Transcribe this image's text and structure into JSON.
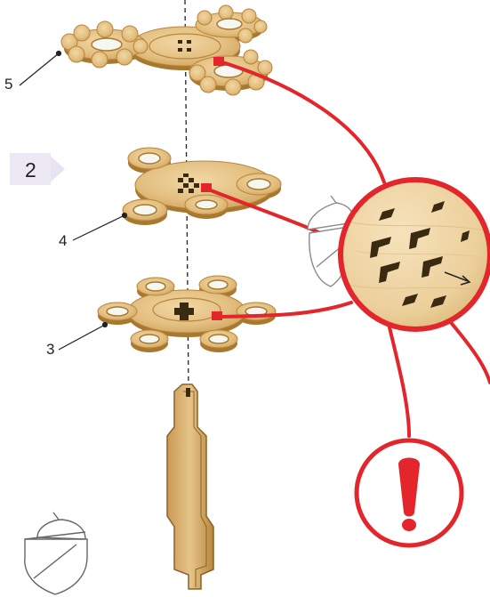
{
  "step": {
    "number": "2"
  },
  "parts": [
    {
      "id": "part-5",
      "label": "5"
    },
    {
      "id": "part-4",
      "label": "4"
    },
    {
      "id": "part-3",
      "label": "3"
    }
  ],
  "colors": {
    "wood_light": "#e9c98e",
    "wood_mid": "#d7aa62",
    "wood_edge": "#a9782f",
    "slot": "#3b2a12",
    "accent_red": "#e2262b",
    "badge_bg": "#ece9f4",
    "badge_arrow": "#e7e3f0",
    "acorn_stroke": "#8a8a8a"
  },
  "icons": {
    "warning": "exclamation-icon",
    "acorn": "acorn-icon",
    "step_arrow": "step-arrow-icon"
  }
}
